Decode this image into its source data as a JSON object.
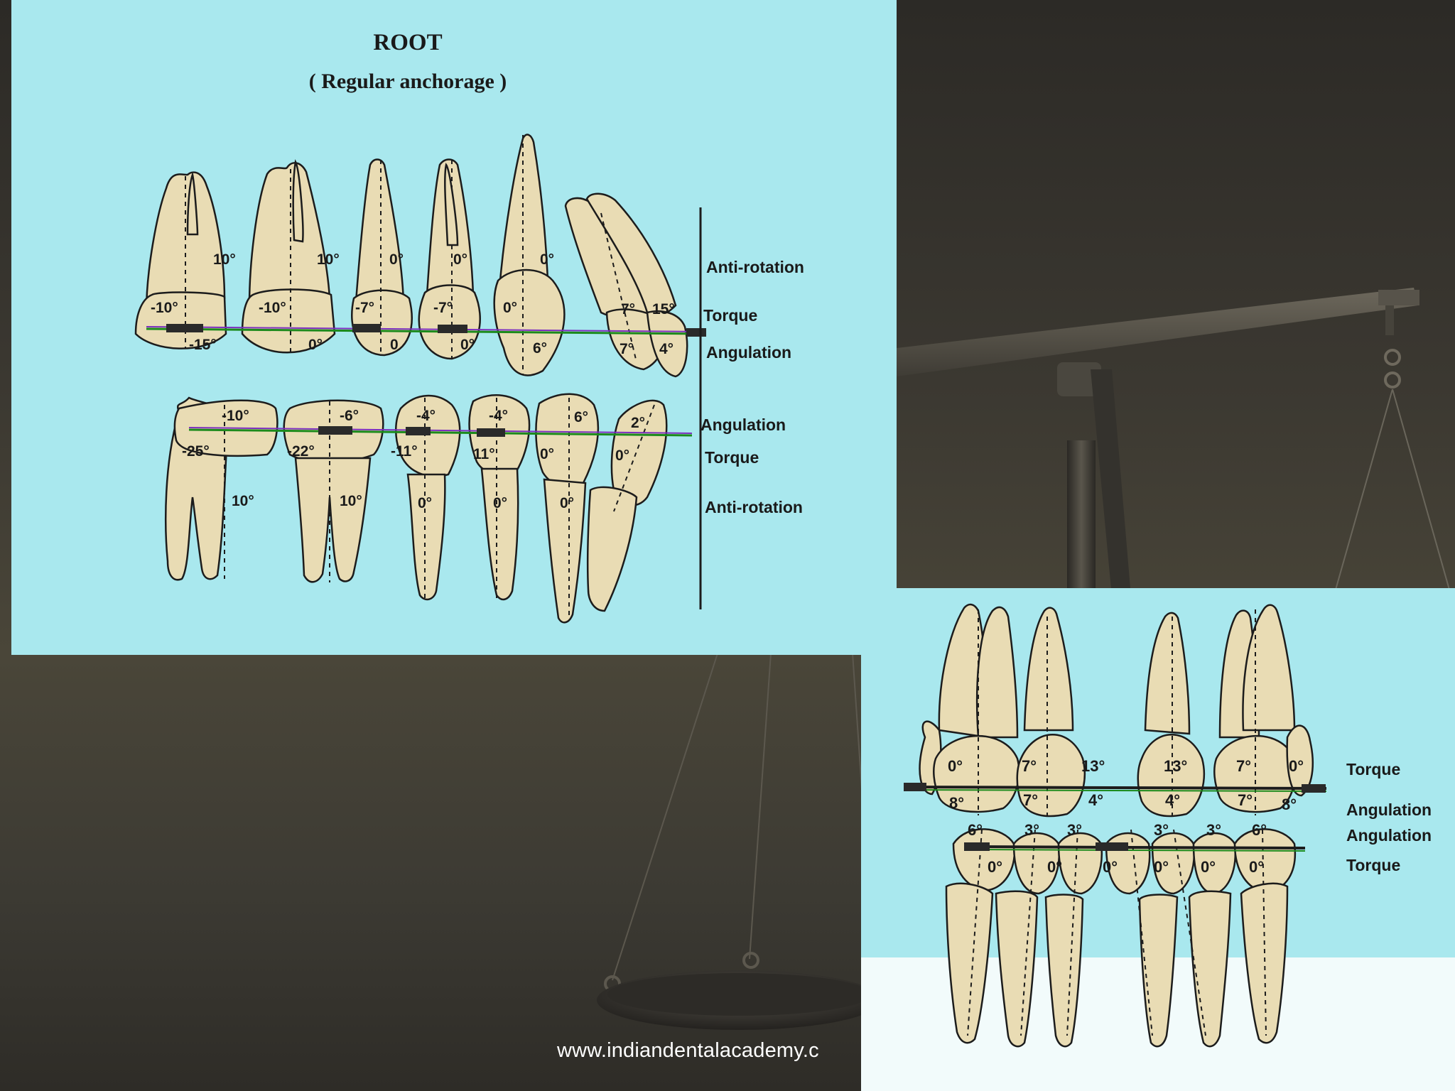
{
  "slide": {
    "watermark": "www.indiandentalacademy.c"
  },
  "root_chart": {
    "title": "ROOT",
    "subtitle": "( Regular anchorage )",
    "upper_row": {
      "anti_rotation": [
        "10°",
        "10°",
        "0°",
        "0°",
        "0°"
      ],
      "torque": [
        "-10°",
        "-10°",
        "-7°",
        "-7°",
        "0°",
        "7°",
        "15°"
      ],
      "angulation": [
        "-15°",
        "0°",
        "0",
        "0°",
        "6°",
        "7°",
        "4°"
      ]
    },
    "lower_row": {
      "angulation": [
        "-10°",
        "-6°",
        "-4°",
        "-4°",
        "6°",
        "2°"
      ],
      "torque": [
        "-25°",
        "-22°",
        "-11°",
        "11°",
        "0°",
        "0°"
      ],
      "anti_rotation": [
        "10°",
        "10°",
        "0°",
        "0°",
        "0°"
      ]
    },
    "row_labels": {
      "anti_rotation": "Anti-rotation",
      "torque": "Torque",
      "angulation": "Angulation"
    }
  },
  "front_chart": {
    "upper_torque": [
      "0°",
      "7°",
      "13°",
      "13°",
      "7°",
      "0°"
    ],
    "upper_angulation": [
      "8°",
      "7°",
      "4°",
      "4°",
      "7°",
      "8°"
    ],
    "lower_angulation": [
      "6°",
      "3°",
      "3°",
      "3°",
      "3°",
      "6°"
    ],
    "lower_torque": [
      "0°",
      "0°",
      "0°",
      "0°",
      "0°",
      "0°"
    ],
    "row_labels": {
      "torque": "Torque",
      "angulation": "Angulation"
    }
  },
  "colors": {
    "panel_bg": "#a9e8ee",
    "tooth_fill": "#e9dcb4",
    "outline": "#1c1c1c"
  }
}
